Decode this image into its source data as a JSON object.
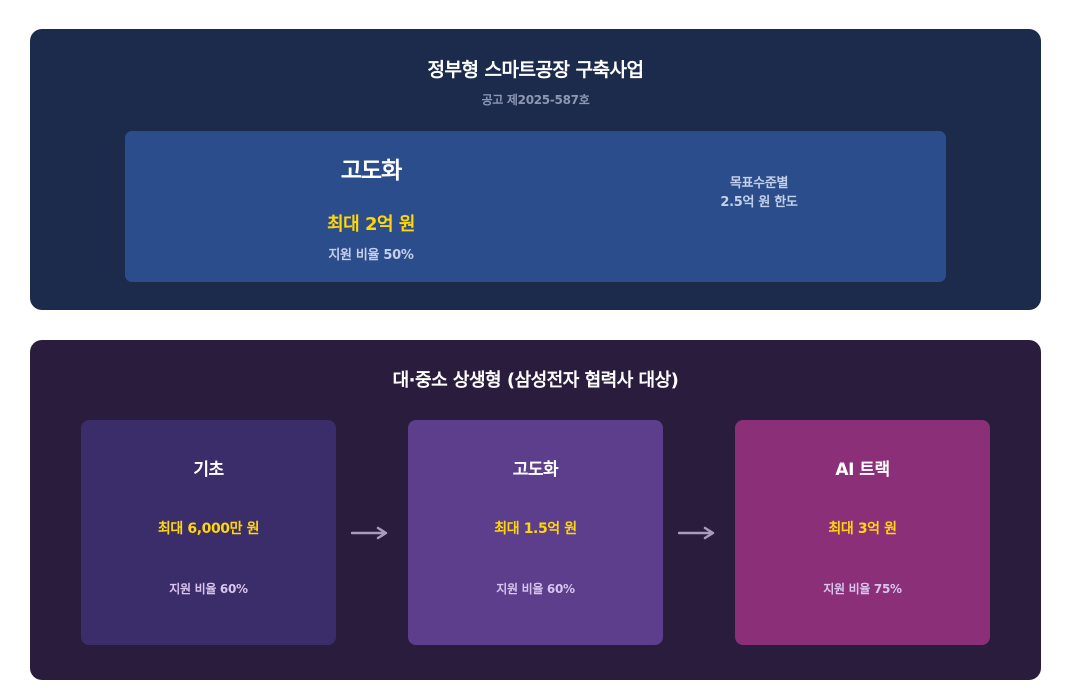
{
  "government": {
    "title": "정부형 스마트공장 구축사업",
    "subtitle": "공고 제2025-587호",
    "box": {
      "title": "고도화",
      "amount": "최대 2억 원",
      "rate": "지원 비율 50%",
      "note_line1": "목표수준별",
      "note_line2": "2.5억 원 한도"
    }
  },
  "cooperative": {
    "title": "대·중소 상생형 (삼성전자 협력사 대상)",
    "cards": [
      {
        "title": "기초",
        "amount": "최대 6,000만 원",
        "rate": "지원 비율 60%",
        "color": "#3b2d6a"
      },
      {
        "title": "고도화",
        "amount": "최대 1.5억 원",
        "rate": "지원 비율 60%",
        "color": "#5c3e8c"
      },
      {
        "title": "AI 트랙",
        "amount": "최대 3억 원",
        "rate": "지원 비율 75%",
        "color": "#8b2f79"
      }
    ],
    "arrows": [
      "arrow-right-icon",
      "arrow-right-icon"
    ]
  },
  "colors": {
    "gov_panel": "#1c2a4b",
    "gov_box": "#2c4d8b",
    "coop_panel": "#2a1c3c",
    "highlight": "#ffd60a"
  }
}
